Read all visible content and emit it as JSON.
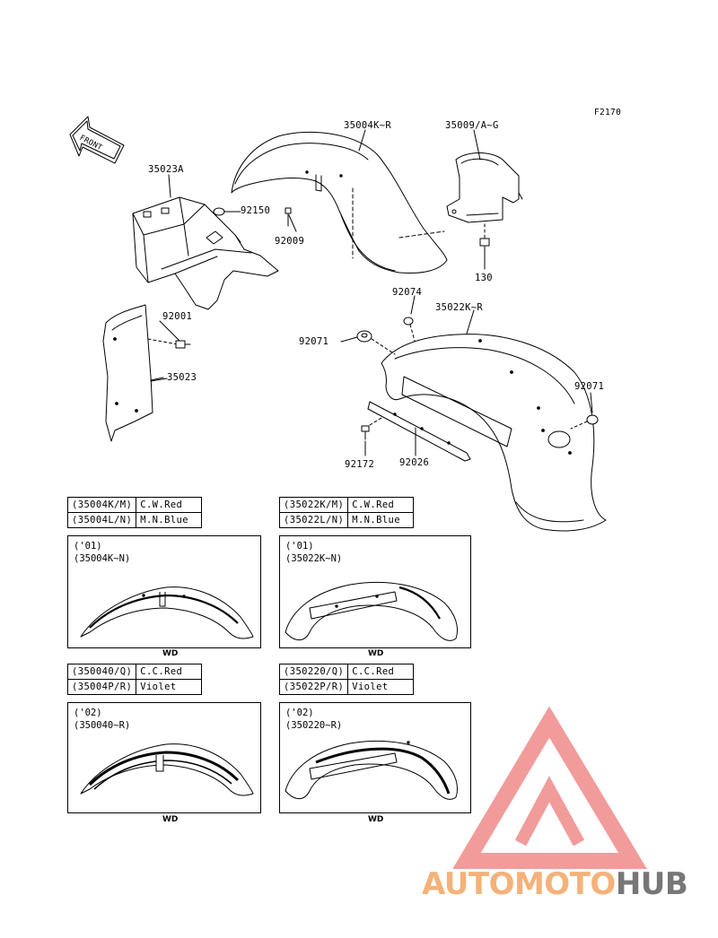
{
  "figure_code": "F2170",
  "front_arrow": {
    "label": "FRONT"
  },
  "part_labels": {
    "p35004": "35004K~R",
    "p35009": "35009/A~G",
    "p35023A": "35023A",
    "p92150": "92150",
    "p92009": "92009",
    "p130": "130",
    "p92074": "92074",
    "p35022": "35022K~R",
    "p92001": "92001",
    "p92071a": "92071",
    "p35023": "35023",
    "p92071b": "92071",
    "p92172": "92172",
    "p92026": "92026"
  },
  "color_tables": [
    {
      "rows": [
        [
          "(35004K/M)",
          "C.W.Red"
        ],
        [
          "(35004L/N)",
          "M.N.Blue"
        ]
      ]
    },
    {
      "rows": [
        [
          "(35022K/M)",
          "C.W.Red"
        ],
        [
          "(35022L/N)",
          "M.N.Blue"
        ]
      ]
    },
    {
      "rows": [
        [
          "(350040/Q)",
          "C.C.Red"
        ],
        [
          "(35004P/R)",
          "Violet"
        ]
      ]
    },
    {
      "rows": [
        [
          "(350220/Q)",
          "C.C.Red"
        ],
        [
          "(35022P/R)",
          "Violet"
        ]
      ]
    }
  ],
  "variants": [
    {
      "year": "('01)",
      "parts": "(35004K~N)",
      "caption": "WD"
    },
    {
      "year": "('01)",
      "parts": "(35022K~N)",
      "caption": "WD"
    },
    {
      "year": "('02)",
      "parts": "(350040~R)",
      "caption": "WD"
    },
    {
      "year": "('02)",
      "parts": "(350220~R)",
      "caption": "WD"
    }
  ],
  "watermark": {
    "part1": "AUTOMOTO",
    "part2": "HUB",
    "color_light": "#f4b27a",
    "color_dark": "#777777",
    "logo_color": "#f08a8a"
  }
}
